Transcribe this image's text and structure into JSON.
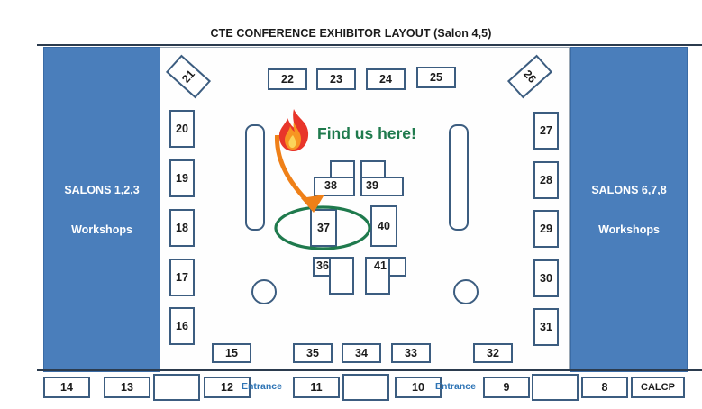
{
  "header": {
    "title": "CTE CONFERENCE EXHIBITOR LAYOUT (Salon 4,5)"
  },
  "salons": {
    "left": {
      "name": "SALONS 1,2,3",
      "subtitle": "Workshops"
    },
    "right": {
      "name": "SALONS 6,7,8",
      "subtitle": "Workshops"
    }
  },
  "highlight": {
    "callout": "Find us here!",
    "booth": "37",
    "flame_icon": "flame-icon",
    "arrow_icon": "curved-arrow-icon",
    "ellipse_icon": "green-ellipse-highlight",
    "green": "#1f7a4d",
    "orange": "#ef8018",
    "flame_red": "#e8352a"
  },
  "colors": {
    "salon_blue": "#4a7ebb",
    "booth_border": "#3c5d80",
    "entrance_blue": "#2e74b5",
    "rule": "#2b3b4e"
  },
  "booths": {
    "top_rotated_left": {
      "label": "21"
    },
    "top_rotated_right": {
      "label": "26"
    },
    "top_row": [
      {
        "label": "22"
      },
      {
        "label": "23"
      },
      {
        "label": "24"
      },
      {
        "label": "25"
      }
    ],
    "left_col": [
      {
        "label": "20"
      },
      {
        "label": "19"
      },
      {
        "label": "18"
      },
      {
        "label": "17"
      },
      {
        "label": "16"
      }
    ],
    "right_col": [
      {
        "label": "27"
      },
      {
        "label": "28"
      },
      {
        "label": "29"
      },
      {
        "label": "30"
      },
      {
        "label": "31"
      }
    ],
    "center": [
      {
        "label": "38",
        "shape": "L"
      },
      {
        "label": "39",
        "shape": "L"
      },
      {
        "label": "37",
        "shape": "rect"
      },
      {
        "label": "40",
        "shape": "rect"
      },
      {
        "label": "36",
        "shape": "L"
      },
      {
        "label": "41",
        "shape": "L"
      }
    ],
    "bottom_row": [
      {
        "label": "15"
      },
      {
        "label": "35"
      },
      {
        "label": "34"
      },
      {
        "label": "33"
      },
      {
        "label": "32"
      }
    ],
    "outer_strip": [
      {
        "label": "14"
      },
      {
        "label": "13"
      },
      {
        "label": ""
      },
      {
        "label": "12"
      },
      {
        "label": "11"
      },
      {
        "label": ""
      },
      {
        "label": ""
      },
      {
        "label": "10"
      },
      {
        "label": "9"
      },
      {
        "label": ""
      },
      {
        "label": "8"
      },
      {
        "label": "CALCP"
      }
    ],
    "entrances": [
      {
        "label": "Entrance"
      },
      {
        "label": "Entrance"
      }
    ]
  }
}
